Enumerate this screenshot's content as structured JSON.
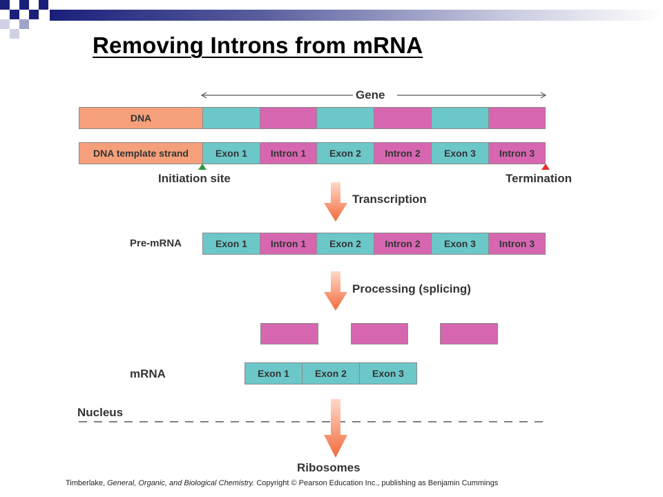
{
  "title": "Removing Introns from mRNA",
  "gene_label": "Gene",
  "dna_label": "DNA",
  "template_label": "DNA template strand",
  "initiation_label": "Initiation site",
  "termination_label": "Termination",
  "transcription_label": "Transcription",
  "premrna_label": "Pre-mRNA",
  "processing_label": "Processing (splicing)",
  "mrna_label": "mRNA",
  "nucleus_label": "Nucleus",
  "ribosomes_label": "Ribosomes",
  "segments": [
    "Exon 1",
    "Intron 1",
    "Exon 2",
    "Intron 2",
    "Exon 3",
    "Intron 3"
  ],
  "mrna_segments": [
    "Exon 1",
    "Exon 2",
    "Exon 3"
  ],
  "credit": {
    "author": "Timberlake, ",
    "book": "General, Organic, and Biological Chemistry.",
    "rest": " Copyright © Pearson Education Inc., publishing as Benjamin Cummings"
  },
  "colors": {
    "exon": "#6cc7c9",
    "intron": "#d766b1",
    "dna_region": "#f5a07a",
    "arrow": "#f26a3c",
    "topbar_dark": "#1a1f7a",
    "initiation_marker": "#2f9a3a",
    "termination_marker": "#e53030"
  }
}
